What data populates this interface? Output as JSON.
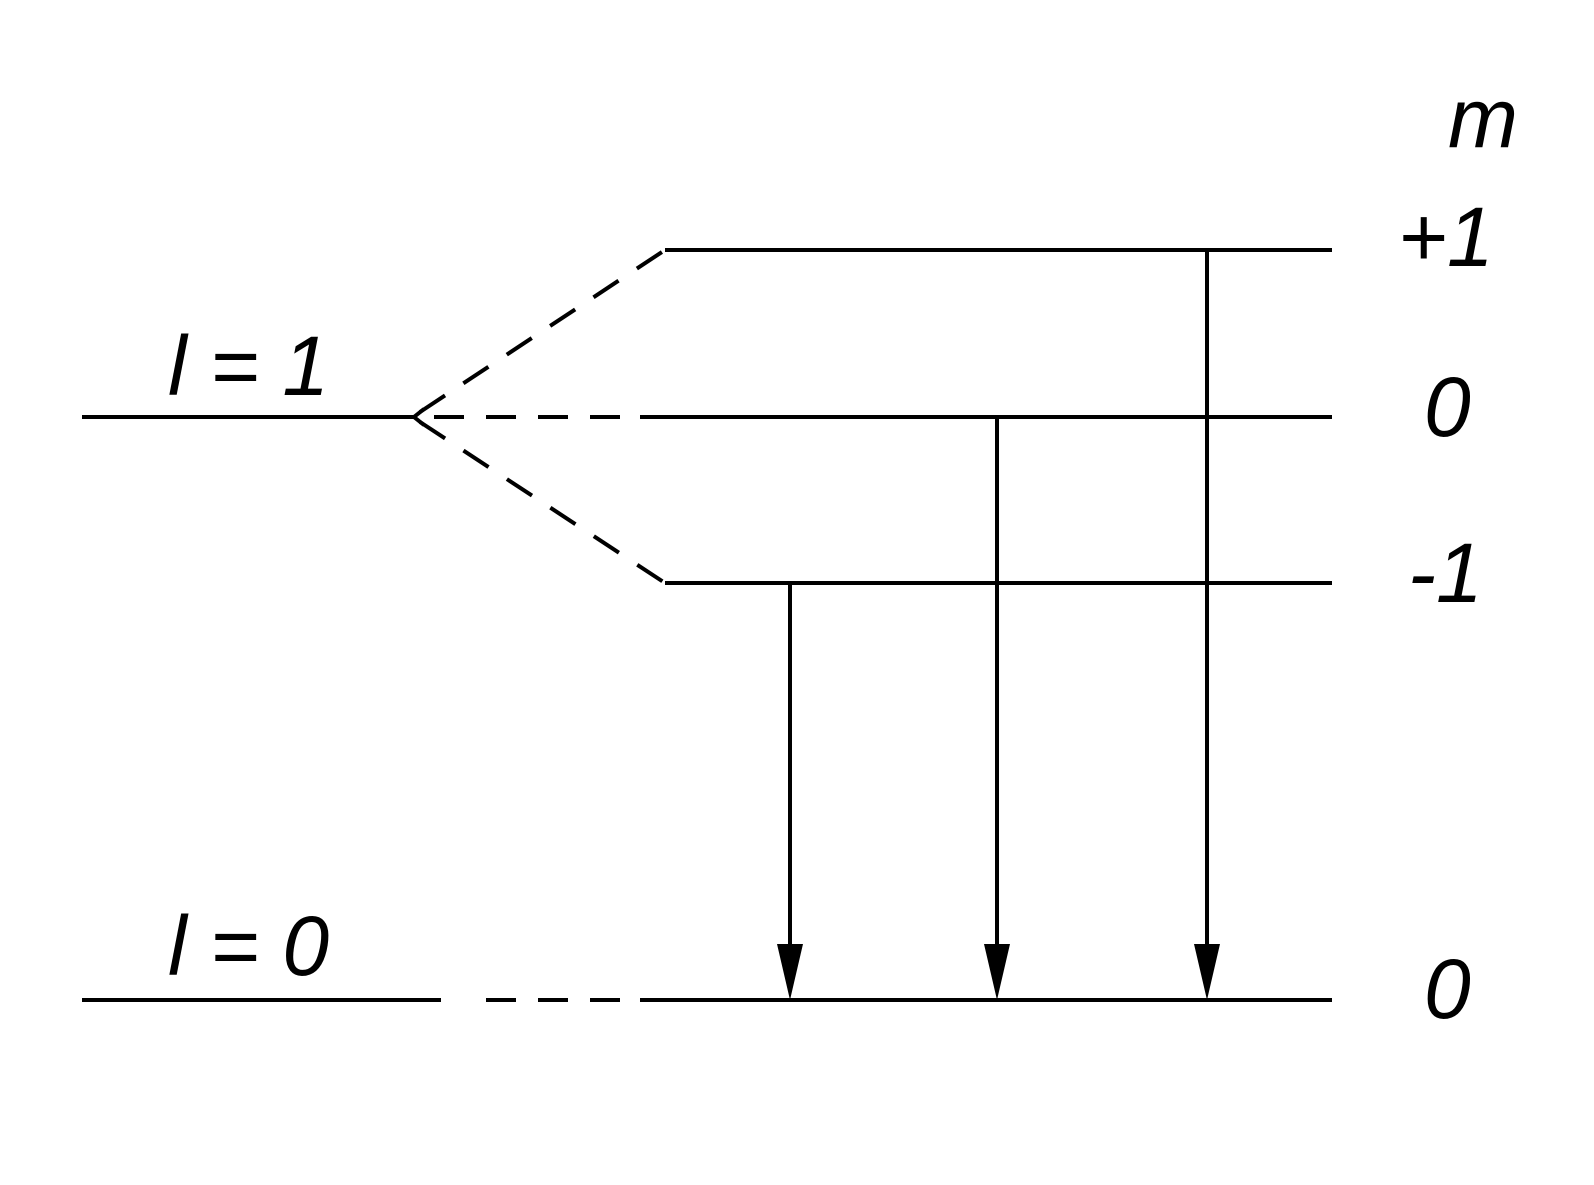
{
  "labels": {
    "m_header": "m",
    "upper_level": "l = 1",
    "lower_level": "l = 0",
    "m_plus": "+1",
    "m_zero_upper": "0",
    "m_minus": "-1",
    "m_zero_lower": "0"
  },
  "colors": {
    "ink": "#000000",
    "background": "#ffffff"
  }
}
